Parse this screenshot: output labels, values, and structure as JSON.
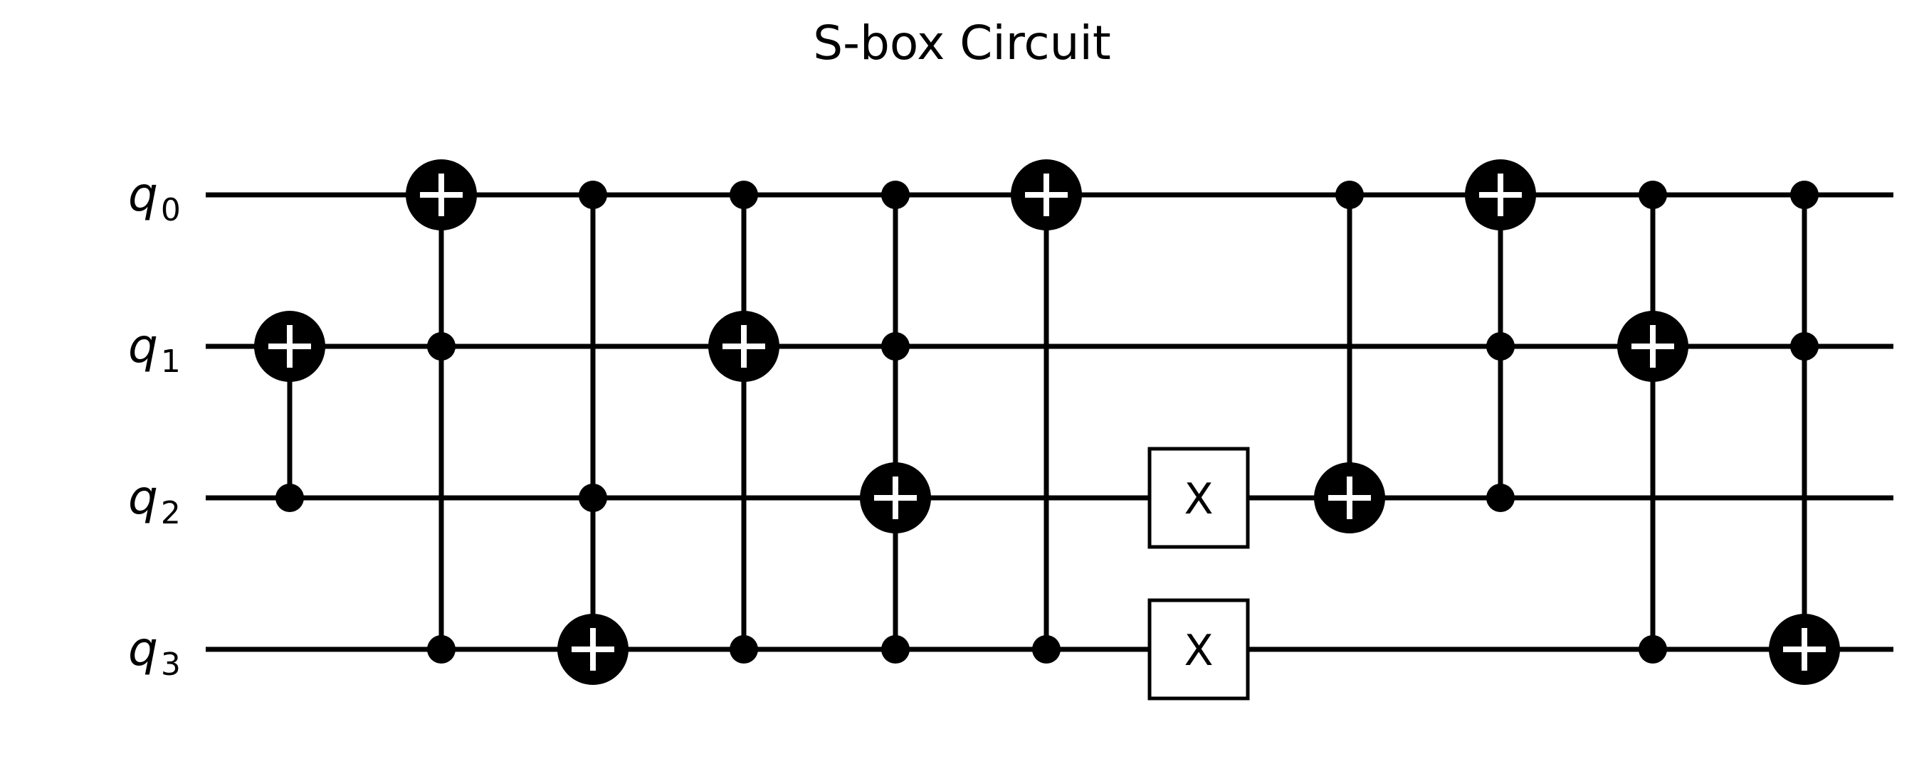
{
  "title": "S-box Circuit",
  "qubits": [
    {
      "letter": "q",
      "index": "0"
    },
    {
      "letter": "q",
      "index": "1"
    },
    {
      "letter": "q",
      "index": "2"
    },
    {
      "letter": "q",
      "index": "3"
    }
  ],
  "gates": [
    {
      "kind": "cx",
      "controls": [
        2
      ],
      "target": 1
    },
    {
      "kind": "ccx",
      "controls": [
        1,
        3
      ],
      "target": 0
    },
    {
      "kind": "ccx",
      "controls": [
        0,
        2
      ],
      "target": 3
    },
    {
      "kind": "ccx",
      "controls": [
        0,
        3
      ],
      "target": 1
    },
    {
      "kind": "cccx",
      "controls": [
        0,
        1,
        3
      ],
      "target": 2
    },
    {
      "kind": "cx",
      "controls": [
        3
      ],
      "target": 0
    },
    {
      "kind": "x",
      "targets": [
        2,
        3
      ],
      "label": "X"
    },
    {
      "kind": "cx",
      "controls": [
        0
      ],
      "target": 2
    },
    {
      "kind": "ccx",
      "controls": [
        1,
        2
      ],
      "target": 0
    },
    {
      "kind": "ccx",
      "controls": [
        0,
        3
      ],
      "target": 1
    },
    {
      "kind": "ccx",
      "controls": [
        0,
        1
      ],
      "target": 3
    }
  ],
  "colors": {
    "wire": "#000000",
    "gate_fill": "#000000",
    "plus": "#ffffff",
    "box_fill": "#ffffff",
    "background": "#ffffff"
  }
}
